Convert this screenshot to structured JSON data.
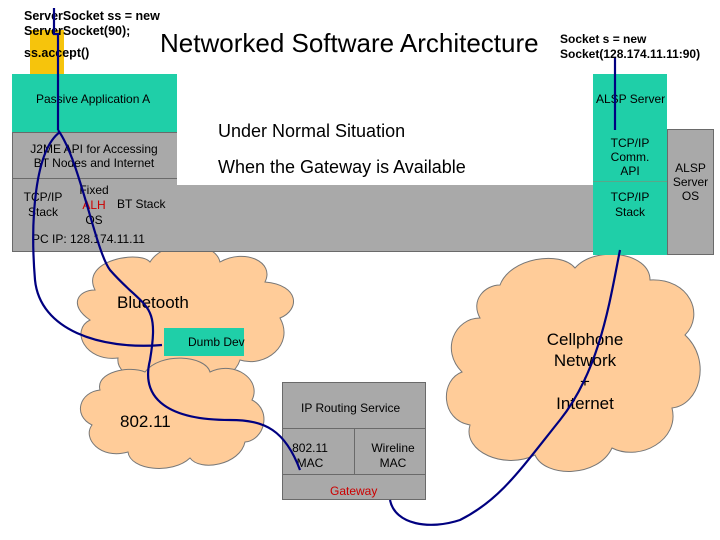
{
  "title": "Networked Software Architecture",
  "server_code": {
    "line1": "ServerSocket ss = new",
    "line2": "ServerSocket(90);",
    "line3": "ss.accept()"
  },
  "client_code": {
    "line1": "Socket s = new",
    "line2": "Socket(128.174.11.11:90)"
  },
  "host_a": {
    "app_label": "Passive Application A",
    "api_line1": "J2ME API for Accessing",
    "api_line2": "BT Nodes and Internet",
    "tcp_line1": "TCP/IP",
    "tcp_line2": "Stack",
    "fixed": "Fixed",
    "alh": "ALH",
    "os": "OS",
    "bt_stack": "BT Stack",
    "pc_ip": "PC IP: 128.174.11.11"
  },
  "server": {
    "app_label": "ALSP Server",
    "comm_line1": "TCP/IP",
    "comm_line2": "Comm.",
    "comm_line3": "API",
    "tcp_line1": "TCP/IP",
    "tcp_line2": "Stack",
    "os_line1": "ALSP",
    "os_line2": "Server",
    "os_line3": "OS"
  },
  "headings": {
    "normal": "Under Normal Situation",
    "gateway_available": "When the Gateway is Available"
  },
  "clouds": {
    "bluetooth": "Bluetooth",
    "wifi": "802.11",
    "cell_line1": "Cellphone",
    "cell_line2": "Network",
    "cell_line3": "+",
    "cell_line4": "Internet"
  },
  "dumb_dev": "Dumb Dev",
  "gateway": {
    "routing": "IP Routing Service",
    "mac1_line1": "802.11",
    "mac1_line2": "MAC",
    "mac2_line1": "Wireline",
    "mac2_line2": "MAC",
    "label": "Gateway"
  },
  "colors": {
    "teal": "#1fcfa8",
    "gray": "#a9a9a9",
    "cloud": "#ffcc99",
    "link": "#000080",
    "accent_red": "#cc0000"
  }
}
